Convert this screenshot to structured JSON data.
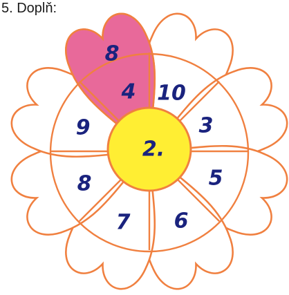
{
  "title": "5. Doplň:",
  "center": {
    "label": "2."
  },
  "highlighted_petal": {
    "outer": "8"
  },
  "inner_ring": [
    "10",
    "3",
    "5",
    "6",
    "7",
    "8",
    "9",
    "4"
  ],
  "colors": {
    "petal_outline": "#f08040",
    "petal_fill": "#ffffff",
    "highlight_fill": "#e8699a",
    "center_fill": "#ffee33",
    "ink": "#1a237e"
  }
}
